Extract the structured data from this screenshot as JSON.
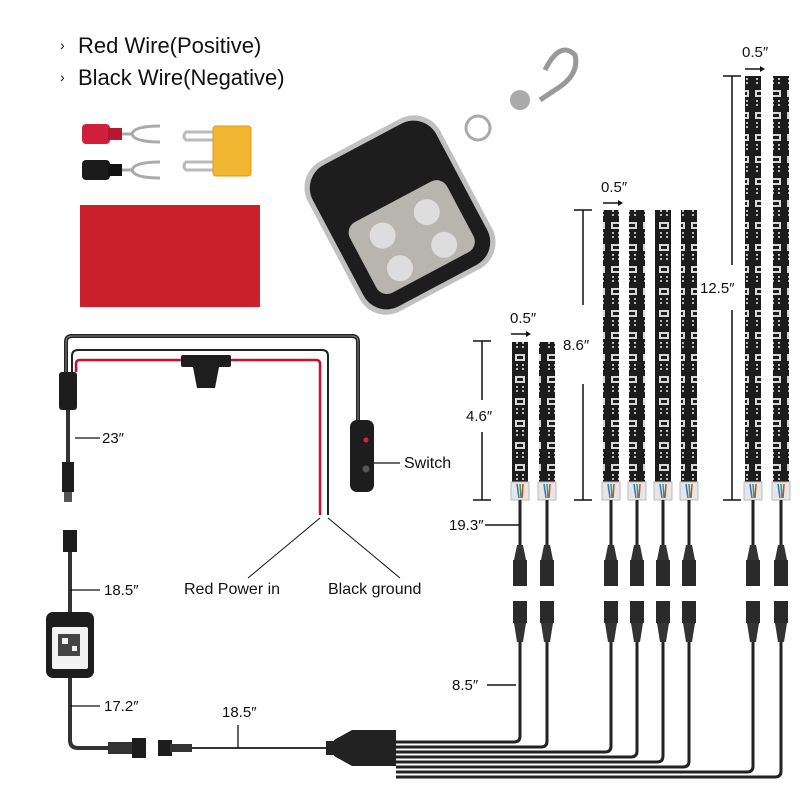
{
  "legend": {
    "items": [
      {
        "bullet": "›",
        "text": "Red Wire(Positive)"
      },
      {
        "bullet": "›",
        "text": "Black Wire(Negative)"
      }
    ]
  },
  "accessories": {
    "items": [
      "red-spade-terminal",
      "black-spade-terminal",
      "mini-blade-fuse",
      "red-adhesive-pad",
      "key-fob-remote"
    ]
  },
  "power_harness": {
    "cable_length_label": "23″",
    "switch_label": "Switch",
    "red_wire_label": "Red Power in",
    "black_wire_label": "Black ground"
  },
  "controller": {
    "input_cable_label": "18.5″",
    "output_cable_label": "17.2″",
    "extension_cable_label": "18.5″"
  },
  "strips": {
    "groups": [
      {
        "count": 2,
        "length_label": "4.6″",
        "width_label": "0.5″"
      },
      {
        "count": 4,
        "length_label": "8.6″",
        "width_label": "0.5″"
      },
      {
        "count": 2,
        "length_label": "12.5″",
        "width_label": "0.5″"
      }
    ],
    "lead_length_label": "19.3″",
    "splitter_lead_label": "8.5″"
  },
  "colors": {
    "red_wire": "#c8102e",
    "black_wire": "#1a1a1a",
    "strip_body": "#1c1c1c",
    "fuse": "#f2b632",
    "pad": "#c9202c"
  }
}
